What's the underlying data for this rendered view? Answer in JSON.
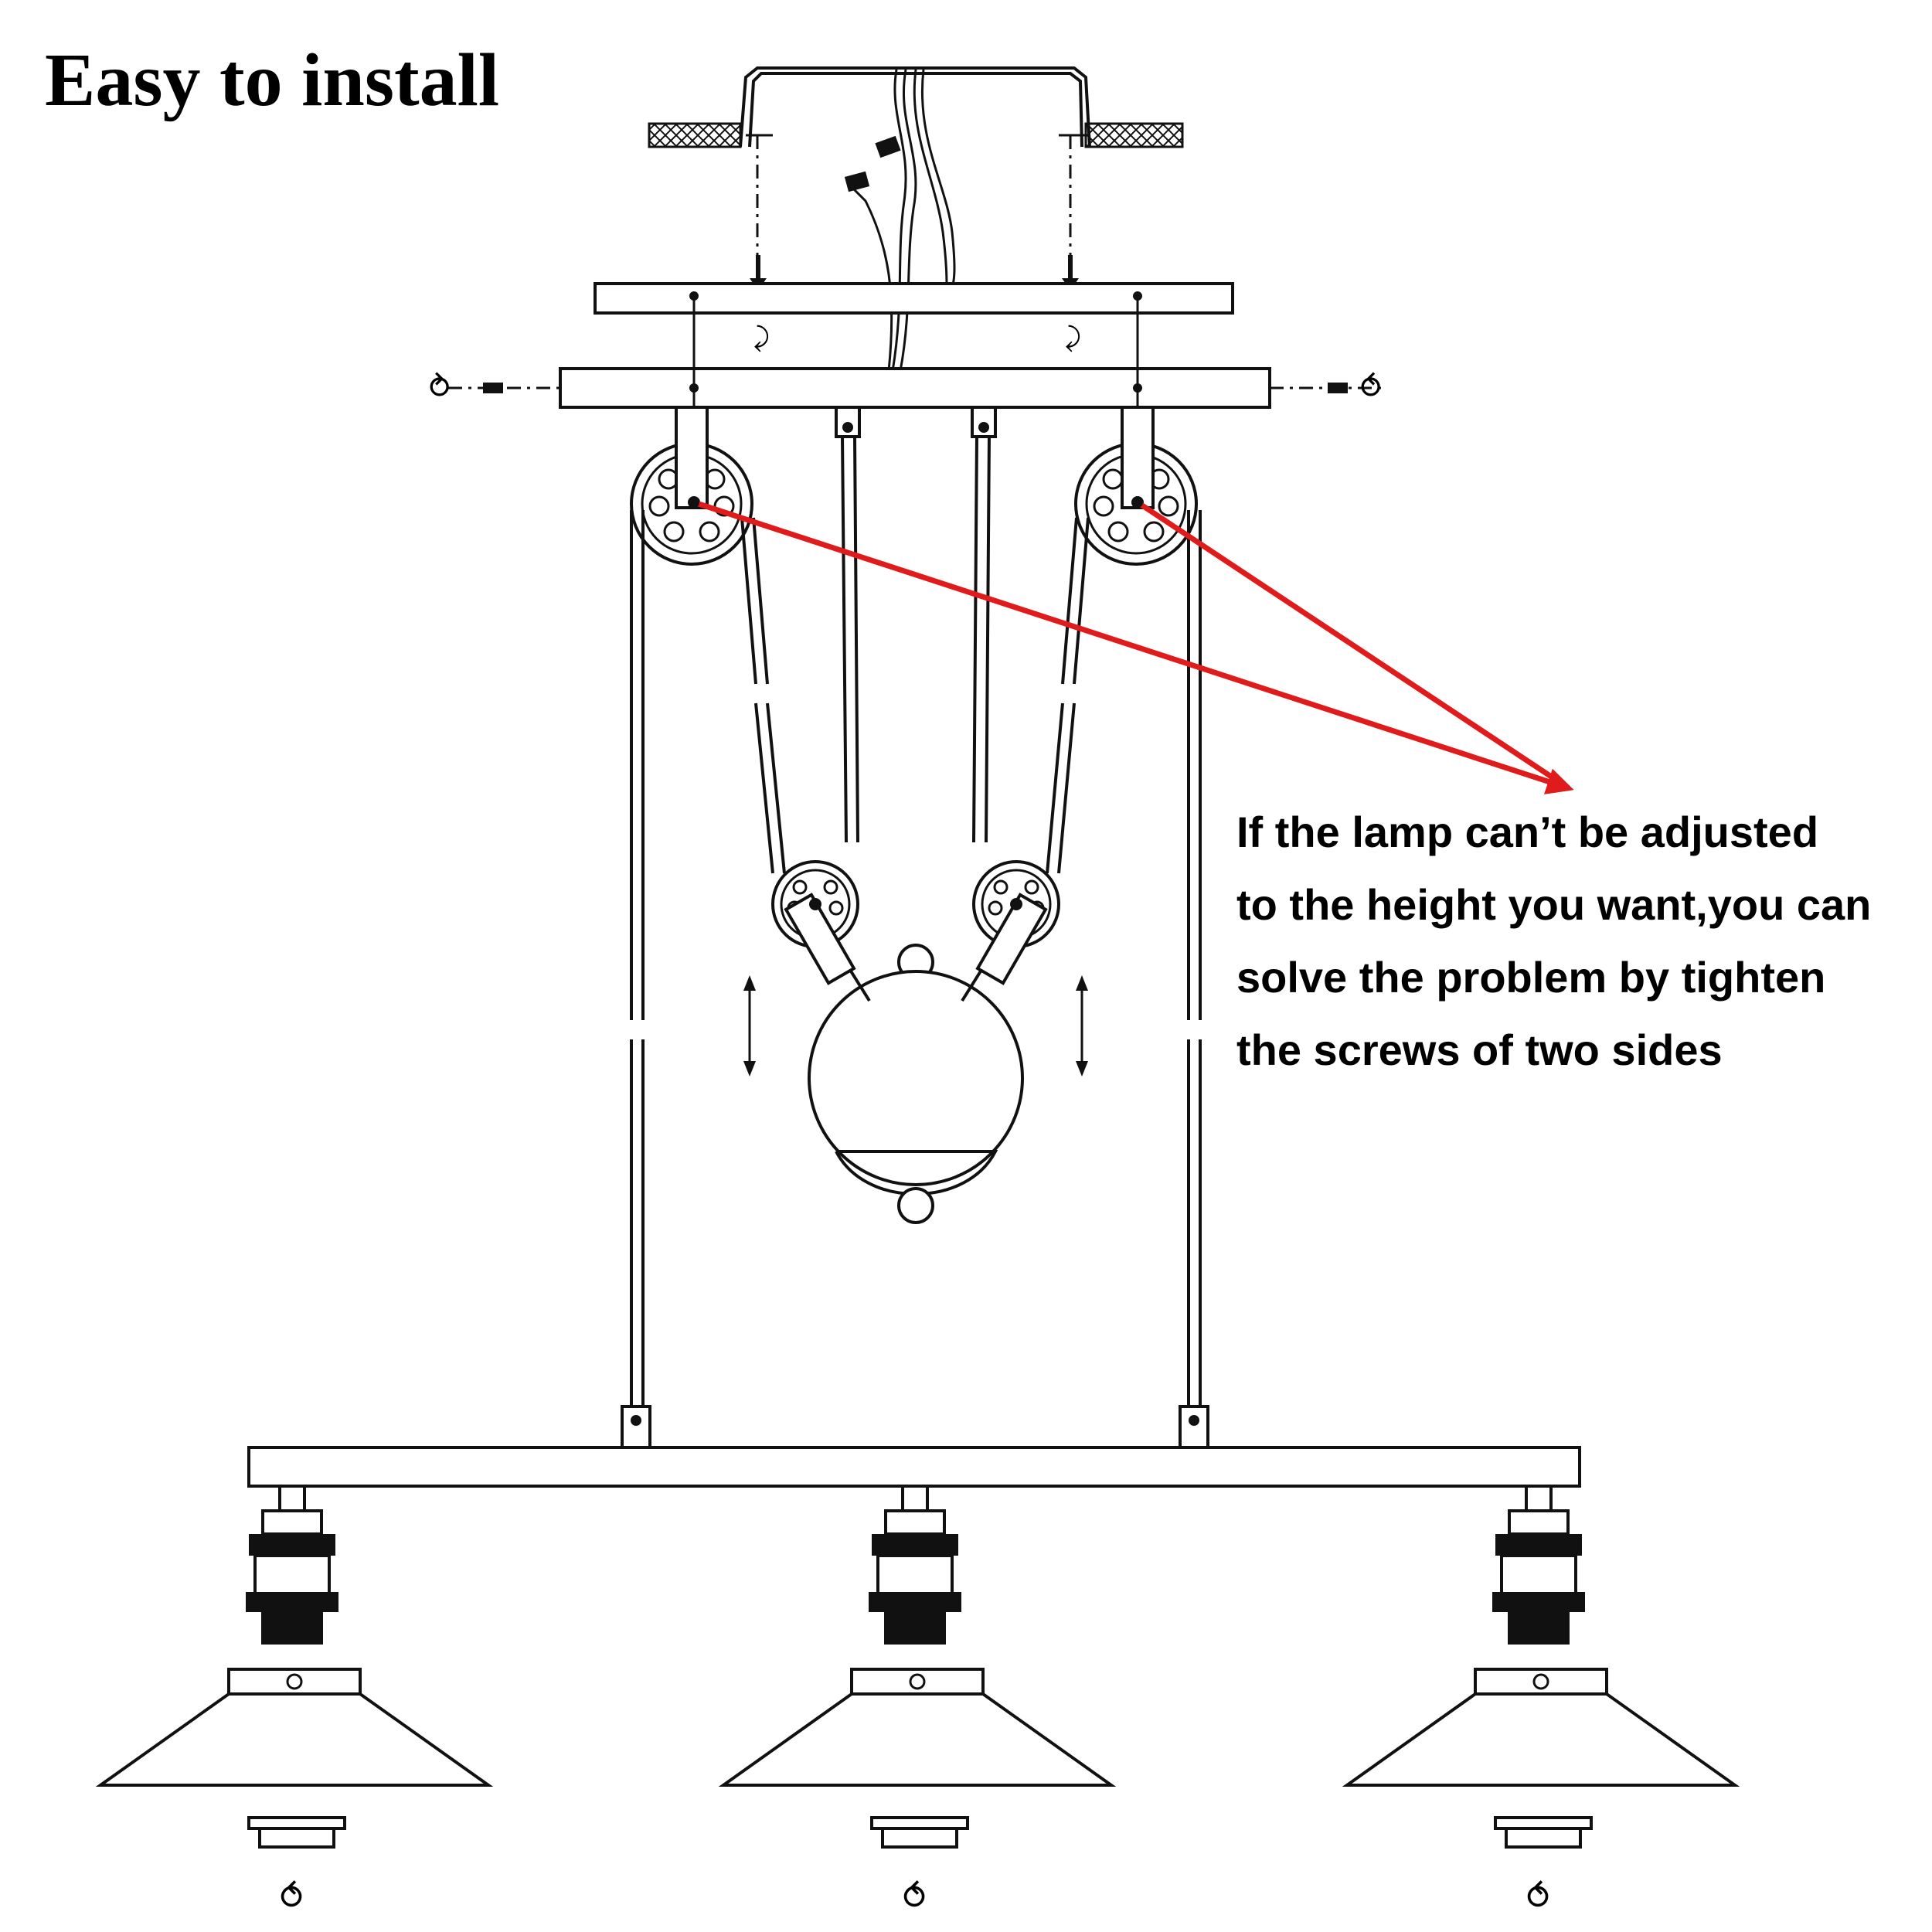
{
  "title": "Easy to install",
  "note": {
    "lines": [
      "If the lamp can’t be adjusted",
      "to the height you want,you can",
      "solve the problem by tighten",
      "the screws of two sides"
    ]
  },
  "colors": {
    "arrow": "#e01b1b",
    "line": "#111111",
    "background": "#ffffff"
  },
  "icons": [
    "ceiling-box",
    "mounting-plate",
    "pulley",
    "counterweight-ball",
    "lamp-socket",
    "lamp-shade",
    "rotate-arrow-icon",
    "up-down-arrow-icon"
  ]
}
